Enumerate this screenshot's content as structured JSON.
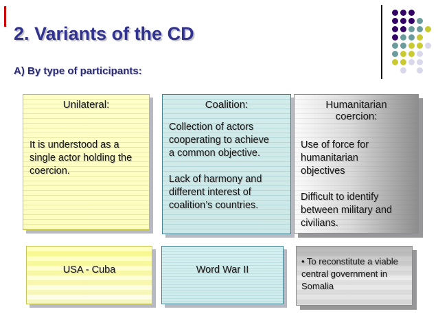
{
  "slide": {
    "title": "2. Variants of the CD",
    "subtitle": "A) By type of participants:"
  },
  "columns": [
    {
      "title": "Unilateral:",
      "body": "It is understood as a\nsingle actor holding the\ncoercion.",
      "example": "USA - Cuba"
    },
    {
      "title": "Coalition:",
      "body": "Collection of actors\ncooperating to achieve\na common objective.\n\nLack of harmony and\ndifferent interest of\ncoalition’s countries.",
      "example": "Word War II"
    },
    {
      "title": "Humanitarian\ncoercion:",
      "body": "Use of force for\nhumanitarian\nobjectives\n\nDifficult to identify\nbetween military and\ncivilians.",
      "example": "• To reconstitute a viable\ncentral government in\nSomalia"
    }
  ],
  "colors": {
    "title_navy": "#31318f",
    "red_accent": "#cc0000",
    "yellow_note": "#ffffc8",
    "blue_note": "#cfe9e9",
    "gray_note": "#bdbdbd",
    "dot_purple": "#330066",
    "dot_teal": "#6b9c9c",
    "dot_yellow": "#c9c930",
    "dot_lavender": "#d8d8ea"
  },
  "decoration": {
    "dots_pattern": [
      "PPP",
      "PPPT",
      "PPTTY",
      "PTTY",
      "TTYYL",
      "TYYL",
      "YYLL",
      ".L.L"
    ],
    "dots_colors": {
      "P": "#330066",
      "T": "#6b9c9c",
      "Y": "#c9c930",
      "L": "#d8d8ea"
    }
  }
}
